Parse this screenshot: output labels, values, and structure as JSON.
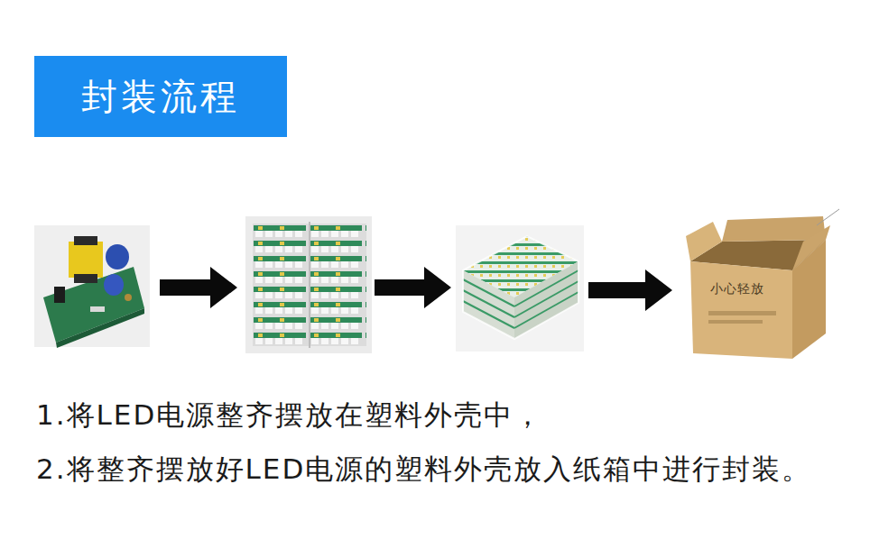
{
  "diagram": {
    "title": "封装流程",
    "labels": [
      "1.将LED电源整齐摆放在塑料外壳中，",
      "2.将整齐摆放好LED电源的塑料外壳放入纸箱中进行封装。",
      "小心轻放"
    ]
  }
}
